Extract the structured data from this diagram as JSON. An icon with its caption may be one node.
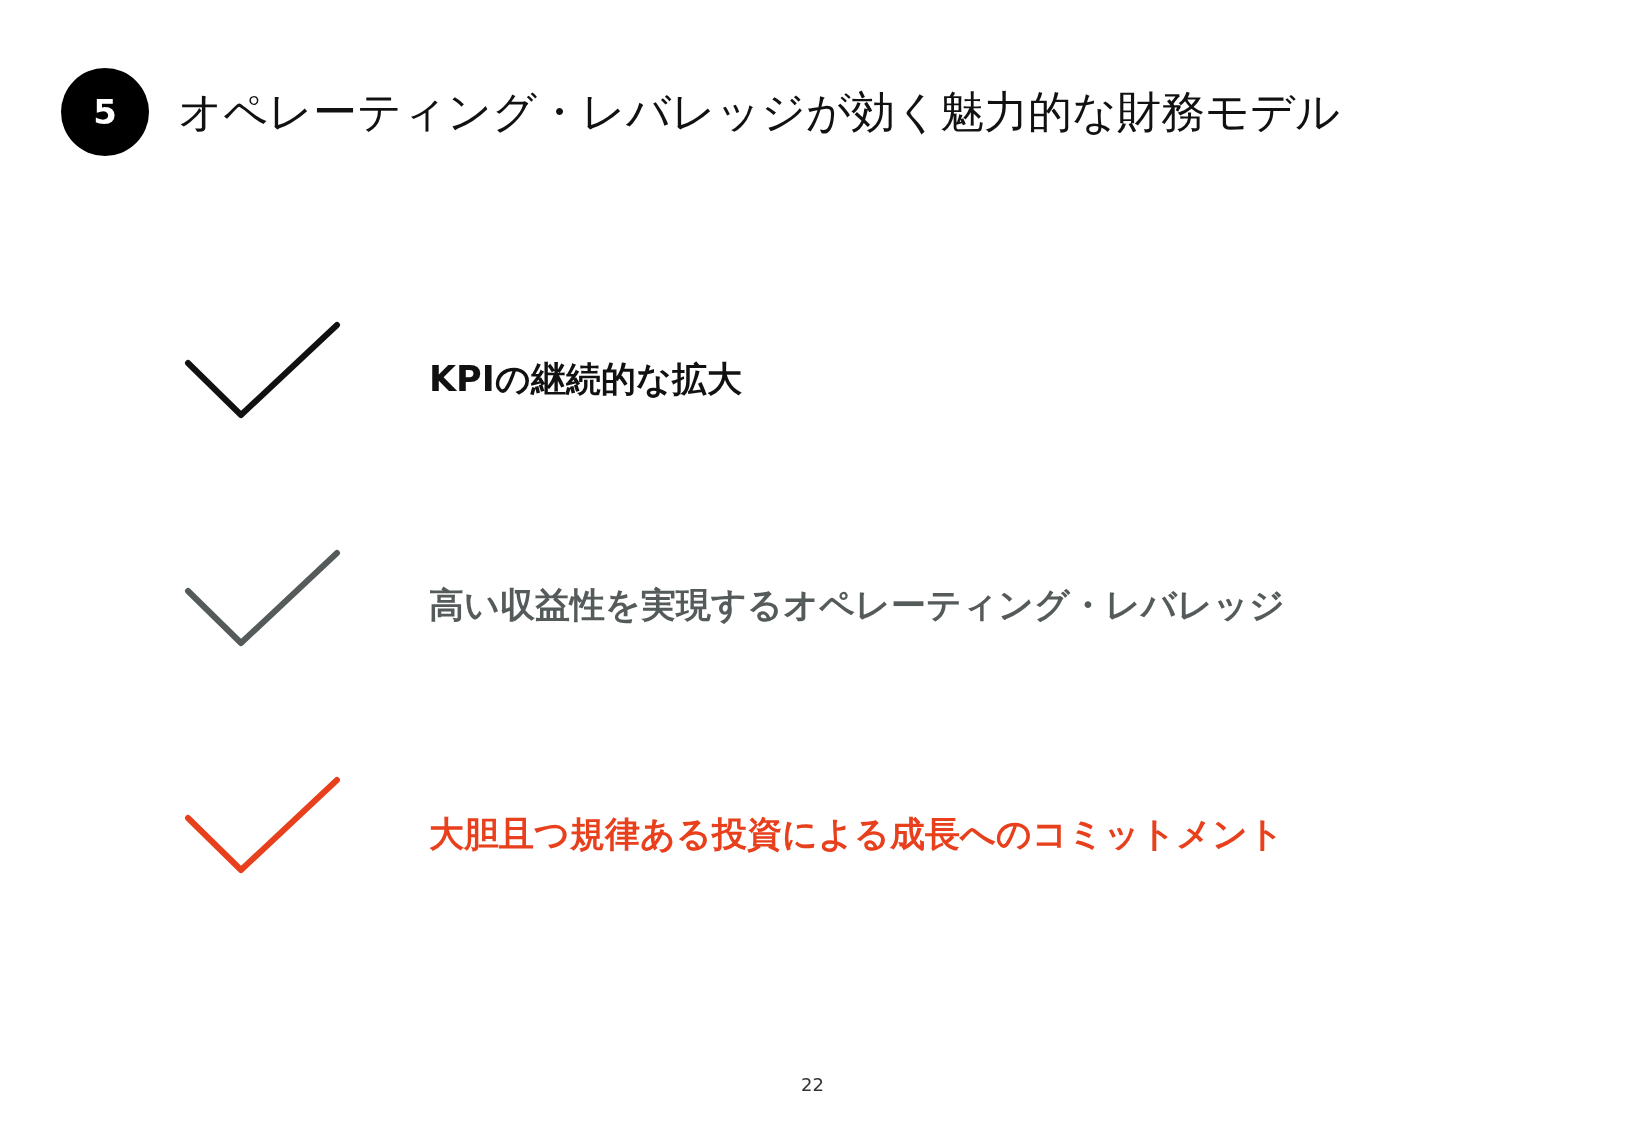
{
  "diagram": {
    "title": "オペレーティング・レバレッジが効く魅力的な財務モデル",
    "labels": [
      "5",
      "KPIの継続的な拡大",
      "高い収益性を実現するオペレーティング・レバレッジ",
      "大胆且つ規律ある投資による成長へのコミットメント",
      "22"
    ]
  }
}
